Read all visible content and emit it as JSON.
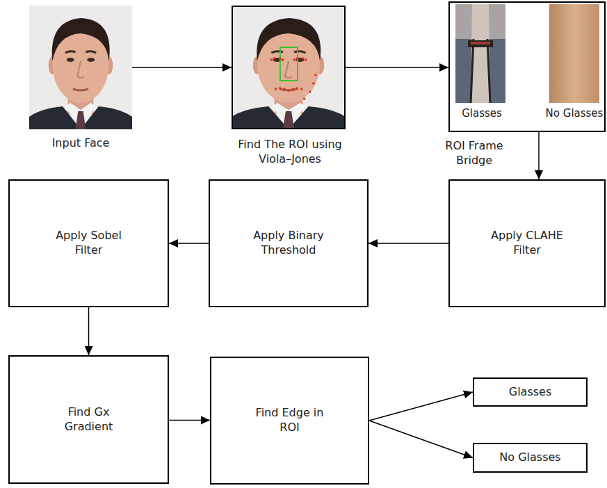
{
  "diagram": {
    "nodes": [
      {
        "text": [
          "Input Face"
        ]
      },
      {
        "text": [
          "Find The ROI using Viola–Jones"
        ]
      },
      {
        "text": [
          "Glasses",
          "No Glasses",
          "ROI Frame Bridge"
        ]
      },
      {
        "text": [
          "Apply CLAHE Filter"
        ]
      },
      {
        "text": [
          "Apply Binary Threshold"
        ]
      },
      {
        "text": [
          "Apply Sobel Filter"
        ]
      },
      {
        "text": [
          "Find Gx Gradient"
        ]
      },
      {
        "text": [
          "Find Edge in ROI"
        ]
      },
      {
        "text": [
          "Glasses"
        ]
      },
      {
        "text": [
          "No Glasses"
        ]
      }
    ],
    "edges": [
      {
        "from": 0,
        "to": 1,
        "arrow": "to"
      },
      {
        "from": 1,
        "to": 2,
        "arrow": "to"
      },
      {
        "from": 2,
        "to": 3,
        "arrow": "to"
      },
      {
        "from": 3,
        "to": 4,
        "arrow": "to"
      },
      {
        "from": 4,
        "to": 5,
        "arrow": "to"
      },
      {
        "from": 5,
        "to": 6,
        "arrow": "to"
      },
      {
        "from": 6,
        "to": 7,
        "arrow": "to"
      },
      {
        "from": 7,
        "to": 8,
        "arrow": "to"
      },
      {
        "from": 7,
        "to": 9,
        "arrow": "to"
      }
    ]
  }
}
